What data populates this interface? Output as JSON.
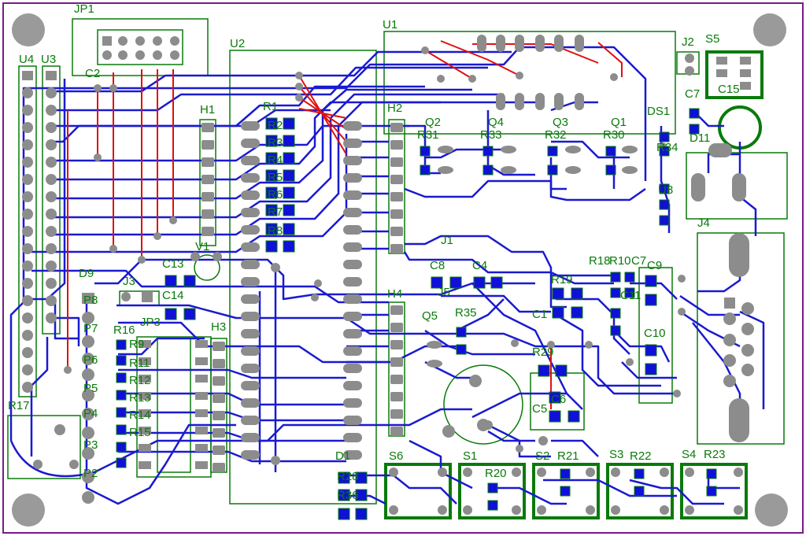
{
  "colors": {
    "board_outline": "#7a1a8a",
    "silk": "#0a7a0a",
    "trace_bottom": "#1a1ad0",
    "trace_top": "#e01010",
    "pad_smd": "#1010d8",
    "pad_th": "#8c8c8c",
    "mount_hole": "#9a9a9a"
  },
  "designators": [
    "JP1",
    "U4",
    "U3",
    "C2",
    "U2",
    "U1",
    "J2",
    "S5",
    "C15",
    "C7",
    "DS1",
    "R1",
    "H1",
    "H2",
    "Q2",
    "Q4",
    "Q3",
    "Q1",
    "R31",
    "R33",
    "R32",
    "R30",
    "R34",
    "D11",
    "R2",
    "R3",
    "R4",
    "R5",
    "R6",
    "R7",
    "R8",
    "U8",
    "J4",
    "V1",
    "J1",
    "C8",
    "C4",
    "R18",
    "R10",
    "R19",
    "C7",
    "C9",
    "D9",
    "J3",
    "C13",
    "C14",
    "C1",
    "C11",
    "P8",
    "JP3",
    "H3",
    "H4",
    "J5",
    "Q5",
    "R35",
    "R16",
    "C10",
    "P7",
    "P6",
    "P5",
    "P4",
    "P3",
    "P2",
    "R17",
    "R29",
    "C6",
    "C5",
    "R9",
    "R11",
    "R12",
    "R13",
    "R14",
    "R15",
    "D1",
    "S6",
    "S1",
    "S2",
    "S3",
    "S4",
    "R20",
    "R21",
    "R22",
    "R23",
    "R28",
    "R36"
  ]
}
